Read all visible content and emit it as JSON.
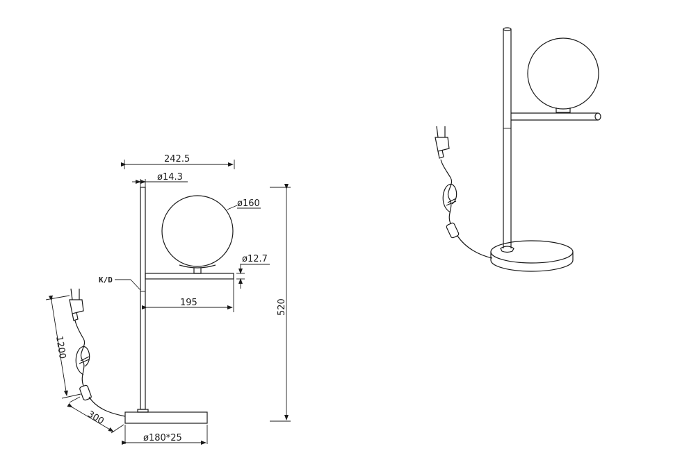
{
  "dimensions": {
    "width_total": "242.5",
    "tube_diameter": "ø14.3",
    "globe_diameter": "ø160",
    "arm_diameter": "ø12.7",
    "arm_length": "195",
    "height": "520",
    "cable_length": "1200",
    "switch_distance": "300",
    "base": "ø180*25"
  },
  "callouts": {
    "kd": "K/D"
  }
}
